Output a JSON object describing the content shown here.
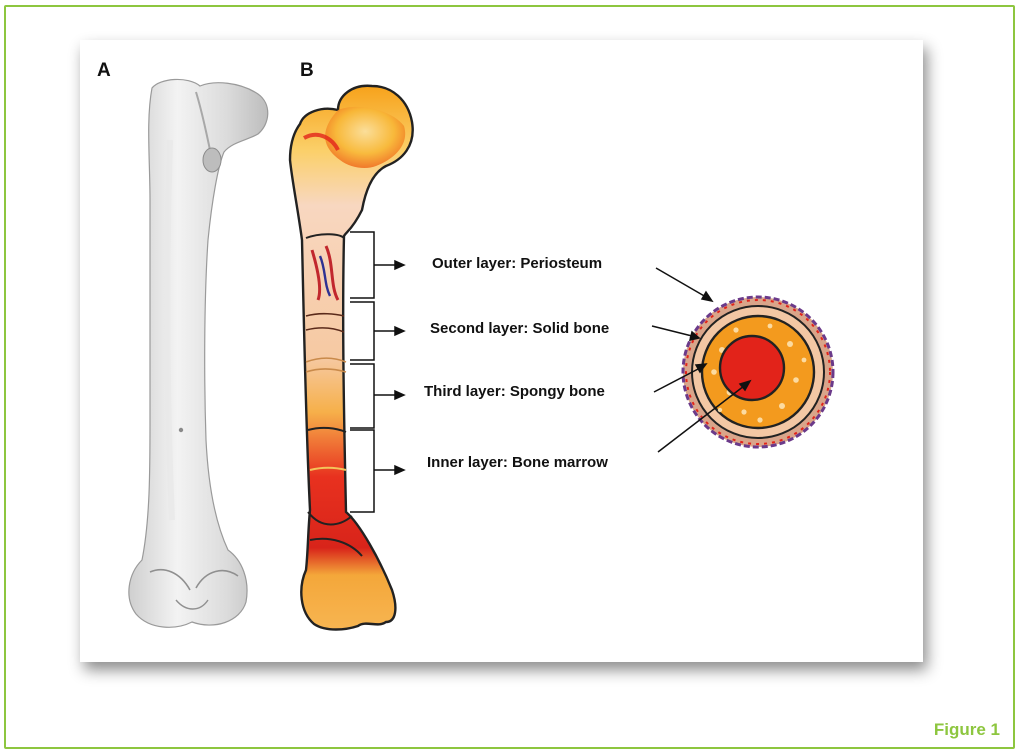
{
  "panels": {
    "a": "A",
    "b": "B"
  },
  "layers": [
    {
      "label": "Outer layer: Periosteum"
    },
    {
      "label": "Second layer: Solid bone"
    },
    {
      "label": "Third layer: Spongy bone"
    },
    {
      "label": "Inner layer: Bone marrow"
    }
  ],
  "caption": "Figure 1",
  "colors": {
    "frame": "#8dc63f",
    "caption": "#8dc63f",
    "bone_gray": "#e6e6e6",
    "periosteum": "#d9a58a",
    "solid_bone": "#f3c7a4",
    "spongy_bone": "#f39a1e",
    "marrow": "#e2231a"
  },
  "icons": [
    "femur-3d-scan",
    "femur-drawing",
    "bone-cross-section"
  ]
}
